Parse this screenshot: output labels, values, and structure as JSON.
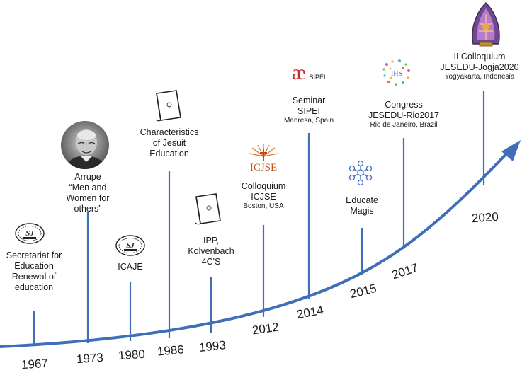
{
  "timeline": {
    "accent_color": "#3f6fb8",
    "events": [
      {
        "year": "1967",
        "lines": [
          "Secretariat for",
          "Education",
          "Renewal of",
          "education"
        ],
        "icon": "sj-seal-icon"
      },
      {
        "year": "1973",
        "lines": [
          "Arrupe",
          "“Men and",
          "Women for",
          "others”"
        ],
        "icon": "arrupe-portrait"
      },
      {
        "year": "1980",
        "lines": [
          "ICAJE"
        ],
        "icon": "sj-seal-icon"
      },
      {
        "year": "1986",
        "lines": [
          "Characteristics",
          "of Jesuit",
          "Education"
        ],
        "icon": "book-icon"
      },
      {
        "year": "1993",
        "lines": [
          "IPP,",
          "Kolvenbach",
          "4C'S"
        ],
        "icon": "book-icon"
      },
      {
        "year": "2012",
        "lines": [
          "Colloquium",
          "ICJSE"
        ],
        "sub": "Boston, USA",
        "logo_text": "ICJSE",
        "icon": "icjse-logo"
      },
      {
        "year": "2014",
        "lines": [
          "Seminar",
          "SIPEI"
        ],
        "sub": "Manresa, Spain",
        "logo_text": "SIPEI",
        "icon": "sipei-logo"
      },
      {
        "year": "2015",
        "lines": [
          "Educate",
          "Magis"
        ],
        "icon": "network-icon"
      },
      {
        "year": "2017",
        "lines": [
          "Congress",
          "JESEDU-Rio2017"
        ],
        "sub": "Rio de Janeiro, Brazil",
        "logo_text": "IHS",
        "icon": "jesedu-rio-logo"
      },
      {
        "year": "2020",
        "lines": [
          "II Colloquium",
          "JESEDU-Jogja2020"
        ],
        "sub": "Yogyakarta, Indonesia",
        "icon": "gunungan-icon"
      }
    ]
  }
}
